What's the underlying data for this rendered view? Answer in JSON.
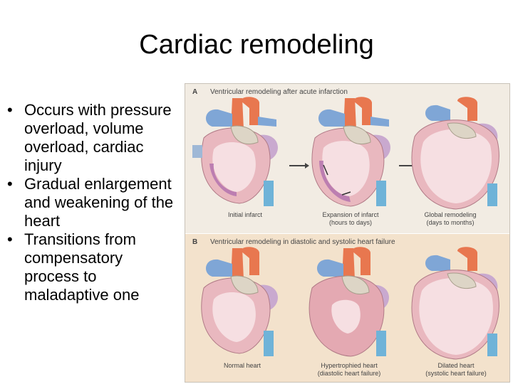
{
  "slide": {
    "title": "Cardiac remodeling",
    "bullets": [
      "Occurs with pressure overload, volume overload, cardiac injury",
      "Gradual enlargement and weakening of the heart",
      "Transitions from compensatory process to maladaptive one"
    ]
  },
  "figure": {
    "panel_a": {
      "letter": "A",
      "heading": "Ventricular remodeling after acute infarction",
      "captions": [
        {
          "line1": "Initial infarct",
          "line2": ""
        },
        {
          "line1": "Expansion of infarct",
          "line2": "(hours to days)"
        },
        {
          "line1": "Global remodeling",
          "line2": "(days to months)"
        }
      ]
    },
    "panel_b": {
      "letter": "B",
      "heading": "Ventricular remodeling in diastolic and systolic heart failure",
      "captions": [
        {
          "line1": "Normal heart",
          "line2": ""
        },
        {
          "line1": "Hypertrophied heart",
          "line2": "(diastolic heart failure)"
        },
        {
          "line1": "Dilated heart",
          "line2": "(systolic heart failure)"
        }
      ]
    }
  },
  "colors": {
    "aorta": "#e8774f",
    "pulmonary": "#7fa6d6",
    "vena_cava": "#6fb3d8",
    "atrium": "#c9a9cf",
    "myocardium": "#e9b8bf",
    "chamber": "#f6dfe2",
    "infarct": "#b06fae"
  }
}
